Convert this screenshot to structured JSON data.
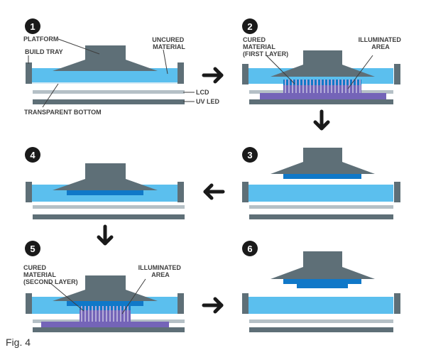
{
  "figure": {
    "caption": "Fig. 4",
    "steps": [
      "1",
      "2",
      "3",
      "4",
      "5",
      "6"
    ],
    "labels": {
      "platform": "PLATFORM",
      "uncured_material": [
        "UNCURED",
        "MATERIAL"
      ],
      "build_tray": "BUILD TRAY",
      "lcd": "LCD",
      "uv_led": "UV LED",
      "transparent_bottom": "TRANSPARENT BOTTOM",
      "cured_first": [
        "CURED",
        "MATERIAL",
        "(FIRST LAYER)"
      ],
      "cured_second": [
        "CURED",
        "MATERIAL",
        "(SECOND LAYER)"
      ],
      "illuminated_area": [
        "ILLUMINATED",
        "AREA"
      ]
    },
    "colors": {
      "platform": "#5e6f77",
      "tray_wall": "#5e6f77",
      "resin": "#5bbfee",
      "cured": "#1078c8",
      "lcd": "#b5c0c6",
      "led": "#5e6f77",
      "led_active": "#7464b8",
      "illuminated_stripe": "#b4acd8",
      "arrow": "#1a1a1a",
      "label": "#3e3e3e",
      "badge": "#1a1a1a"
    }
  }
}
